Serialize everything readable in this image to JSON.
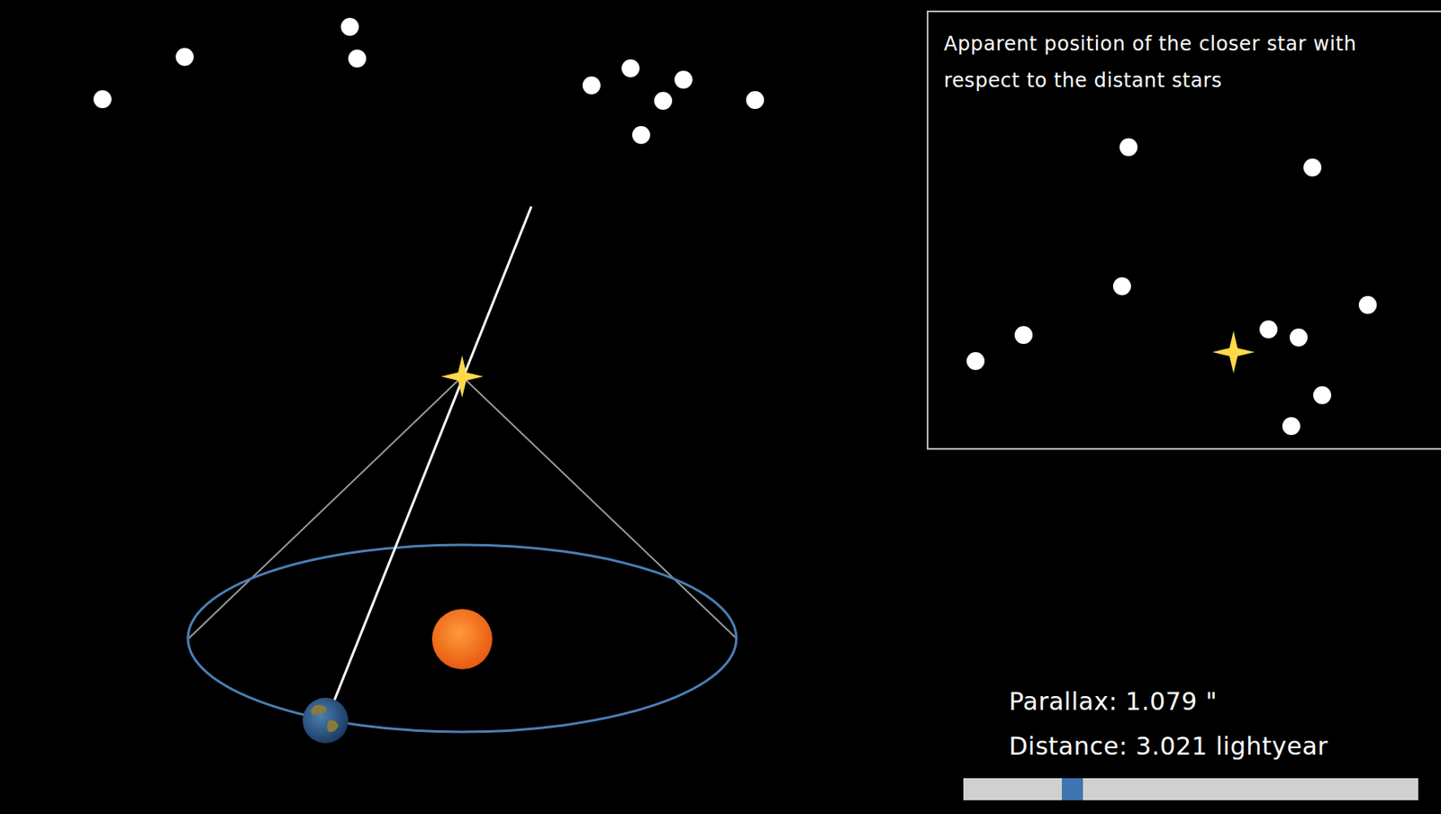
{
  "diagram": {
    "nodes": [
      {
        "text": [
          "Apparent position of the closer star with respect to the distant stars"
        ]
      }
    ],
    "labels": [
      "Parallax: 1.079 \"",
      "Distance: 3.021 lightyear"
    ]
  }
}
